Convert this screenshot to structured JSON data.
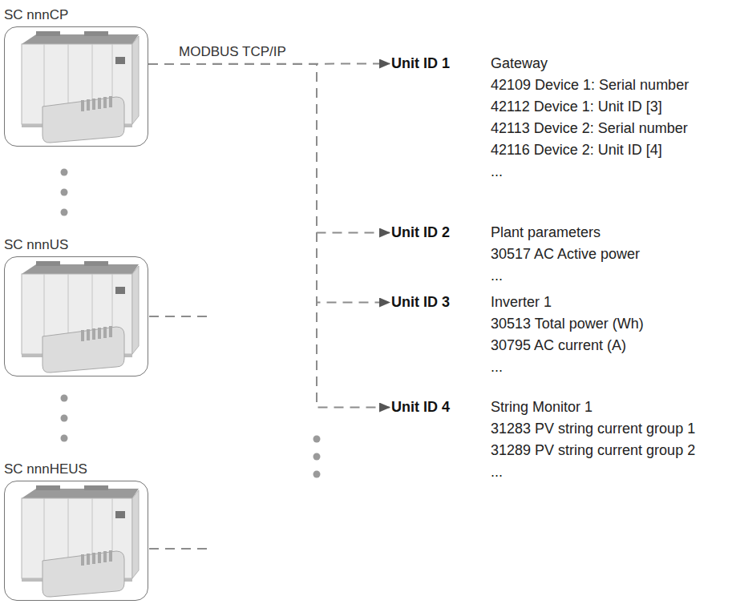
{
  "diagram": {
    "nodes": [
      {
        "text": [
          "SC nnnCP"
        ]
      },
      {
        "text": [
          "SC nnnUS"
        ]
      },
      {
        "text": [
          "SC nnnHEUS"
        ]
      },
      {
        "text": [
          "Unit ID 1",
          "Gateway",
          "42109 Device 1: Serial number",
          "42112 Device 1: Unit ID [3]",
          "42113 Device 2: Serial number",
          "42116 Device 2: Unit ID [4]",
          "..."
        ]
      },
      {
        "text": [
          "Unit ID 2",
          "Plant parameters",
          "30517 AC Active power",
          "..."
        ]
      },
      {
        "text": [
          "Unit ID 3",
          "Inverter 1",
          "30513 Total power (Wh)",
          "30795 AC current (A)",
          "..."
        ]
      },
      {
        "text": [
          "Unit ID 4",
          "String Monitor 1",
          "31283 PV string current group 1",
          "31289 PV string current group 2",
          "..."
        ]
      }
    ],
    "edges": [
      {
        "from": 0,
        "to": 3,
        "arrow": "to",
        "label": "MODBUS TCP/IP"
      },
      {
        "from": 0,
        "to": 4,
        "arrow": "to"
      },
      {
        "from": 0,
        "to": 5,
        "arrow": "to"
      },
      {
        "from": 0,
        "to": 6,
        "arrow": "to"
      }
    ]
  }
}
